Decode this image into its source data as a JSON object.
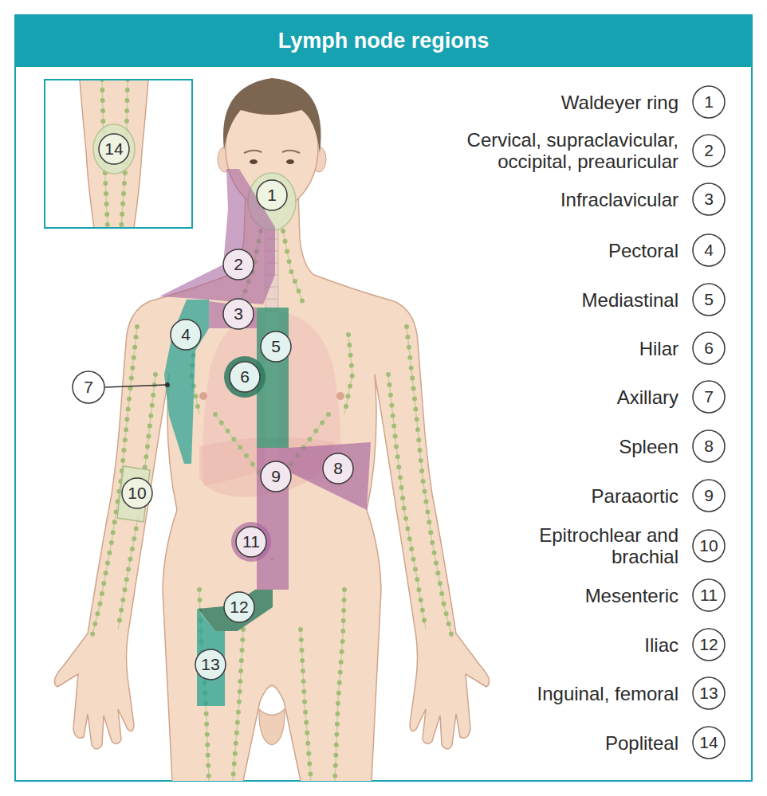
{
  "diagram": {
    "title": "Lymph node regions",
    "nodes": [
      {
        "text": [
          "1"
        ]
      },
      {
        "text": [
          "2"
        ]
      },
      {
        "text": [
          "3"
        ]
      },
      {
        "text": [
          "4"
        ]
      },
      {
        "text": [
          "5"
        ]
      },
      {
        "text": [
          "6"
        ]
      },
      {
        "text": [
          "7"
        ]
      },
      {
        "text": [
          "8"
        ]
      },
      {
        "text": [
          "9"
        ]
      },
      {
        "text": [
          "10"
        ]
      },
      {
        "text": [
          "11"
        ]
      },
      {
        "text": [
          "12"
        ]
      },
      {
        "text": [
          "13"
        ]
      },
      {
        "text": [
          "14"
        ]
      },
      {
        "text": [
          "1"
        ]
      },
      {
        "text": [
          "2"
        ]
      },
      {
        "text": [
          "3"
        ]
      },
      {
        "text": [
          "4"
        ]
      },
      {
        "text": [
          "5"
        ]
      },
      {
        "text": [
          "6"
        ]
      },
      {
        "text": [
          "7"
        ]
      },
      {
        "text": [
          "8"
        ]
      },
      {
        "text": [
          "9"
        ]
      },
      {
        "text": [
          "10"
        ]
      },
      {
        "text": [
          "11"
        ]
      },
      {
        "text": [
          "12"
        ]
      },
      {
        "text": [
          "13"
        ]
      },
      {
        "text": [
          "14"
        ]
      }
    ],
    "labels": [
      "Waldeyer ring",
      "Cervical, supraclavicular, occipital, preauricular",
      "Infraclavicular",
      "Pectoral",
      "Mediastinal",
      "Hilar",
      "Axillary",
      "Spleen",
      "Paraaortic",
      "Epitrochlear and brachial",
      "Mesenteric",
      "Iliac",
      "Inguinal, femoral",
      "Popliteal"
    ]
  }
}
